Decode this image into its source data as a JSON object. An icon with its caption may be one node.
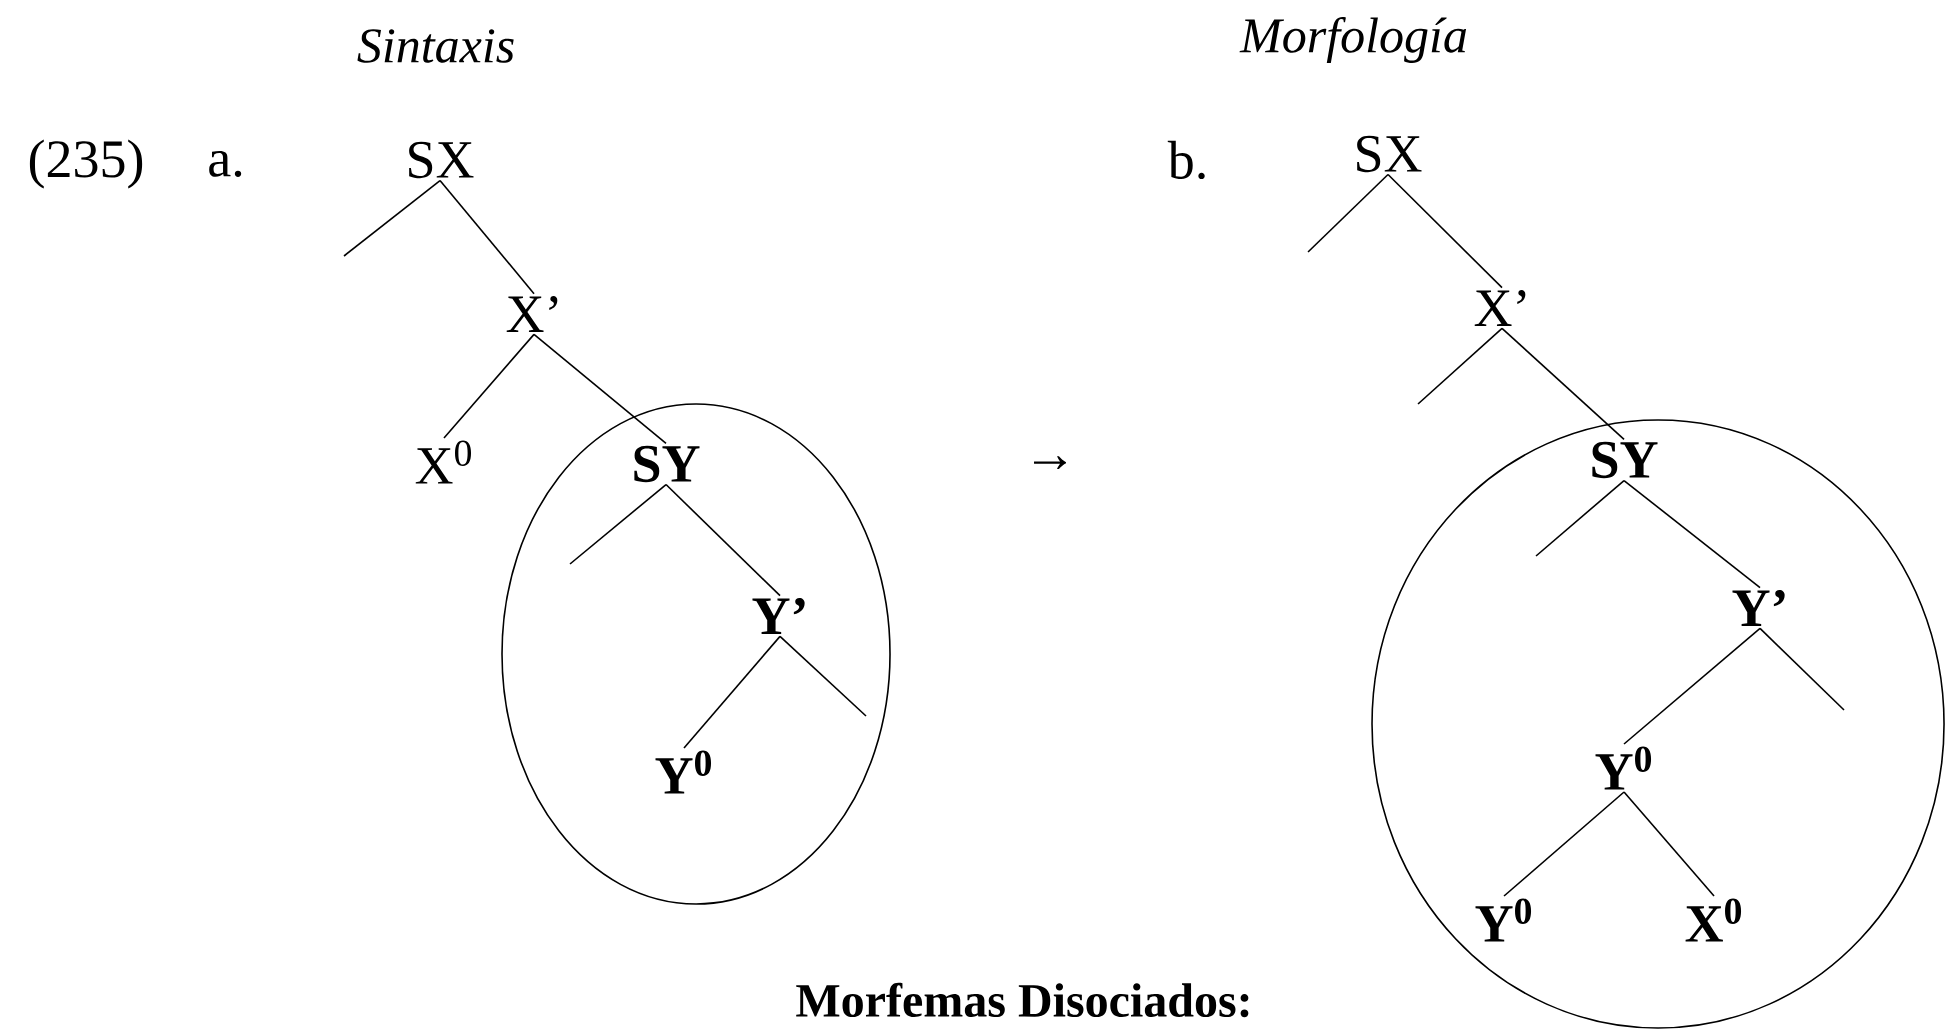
{
  "diagram": {
    "nodes": [
      {
        "text": [
          "SX"
        ]
      },
      {
        "text": [
          "X’"
        ]
      },
      {
        "text": [
          "X$^{0}$"
        ]
      },
      {
        "text": [],
        "shape": "circle"
      },
      {
        "text": [
          "SY"
        ],
        "in": 3
      },
      {
        "text": [
          "Y’"
        ],
        "in": 3
      },
      {
        "text": [
          "Y$^{0}$"
        ],
        "in": 3
      },
      {
        "text": [
          "SX"
        ]
      },
      {
        "text": [
          "X’"
        ]
      },
      {
        "text": [],
        "shape": "circle"
      },
      {
        "text": [
          "SY"
        ],
        "in": 9
      },
      {
        "text": [
          "Y’"
        ],
        "in": 9
      },
      {
        "text": [
          "Y$^{0}$"
        ],
        "in": 9
      },
      {
        "text": [
          "Y$^{0}$"
        ],
        "in": 9
      },
      {
        "text": [
          "X$^{0}$"
        ],
        "in": 9
      }
    ],
    "edges": [
      {
        "from": 0,
        "to": null,
        "arrow": "none"
      },
      {
        "from": 0,
        "to": 1,
        "arrow": "none"
      },
      {
        "from": 1,
        "to": 2,
        "arrow": "none"
      },
      {
        "from": 1,
        "to": 4,
        "arrow": "none"
      },
      {
        "from": 4,
        "to": null,
        "arrow": "none"
      },
      {
        "from": 4,
        "to": 5,
        "arrow": "none"
      },
      {
        "from": 5,
        "to": 6,
        "arrow": "none"
      },
      {
        "from": 5,
        "to": null,
        "arrow": "none"
      },
      {
        "from": 7,
        "to": null,
        "arrow": "none"
      },
      {
        "from": 7,
        "to": 8,
        "arrow": "none"
      },
      {
        "from": 8,
        "to": null,
        "arrow": "none"
      },
      {
        "from": 8,
        "to": 10,
        "arrow": "none"
      },
      {
        "from": 10,
        "to": null,
        "arrow": "none"
      },
      {
        "from": 10,
        "to": 11,
        "arrow": "none"
      },
      {
        "from": 11,
        "to": 12,
        "arrow": "none"
      },
      {
        "from": 11,
        "to": null,
        "arrow": "none"
      },
      {
        "from": 12,
        "to": 13,
        "arrow": "none"
      },
      {
        "from": 12,
        "to": 14,
        "arrow": "none"
      }
    ],
    "labels": [
      "Sintaxis",
      "Morfología",
      "(235)",
      "a.",
      "b.",
      "→",
      "Morfemas Disociados:"
    ]
  }
}
